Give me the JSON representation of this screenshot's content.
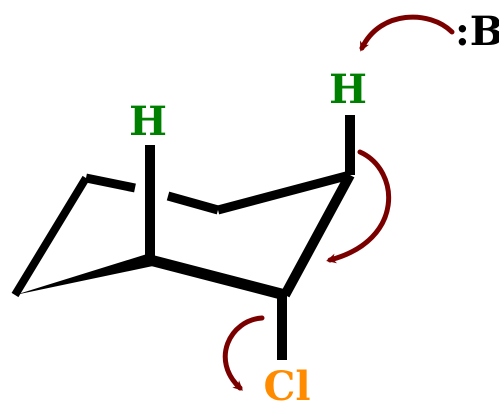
{
  "atoms": {
    "h_axial_left": "H",
    "h_axial_right": "H",
    "chlorine": "Cl",
    "base": ":B"
  },
  "colors": {
    "bond": "#000000",
    "hydrogen": "#008000",
    "chlorine": "#ff8c00",
    "arrow": "#7a0000",
    "base": "#000000"
  }
}
